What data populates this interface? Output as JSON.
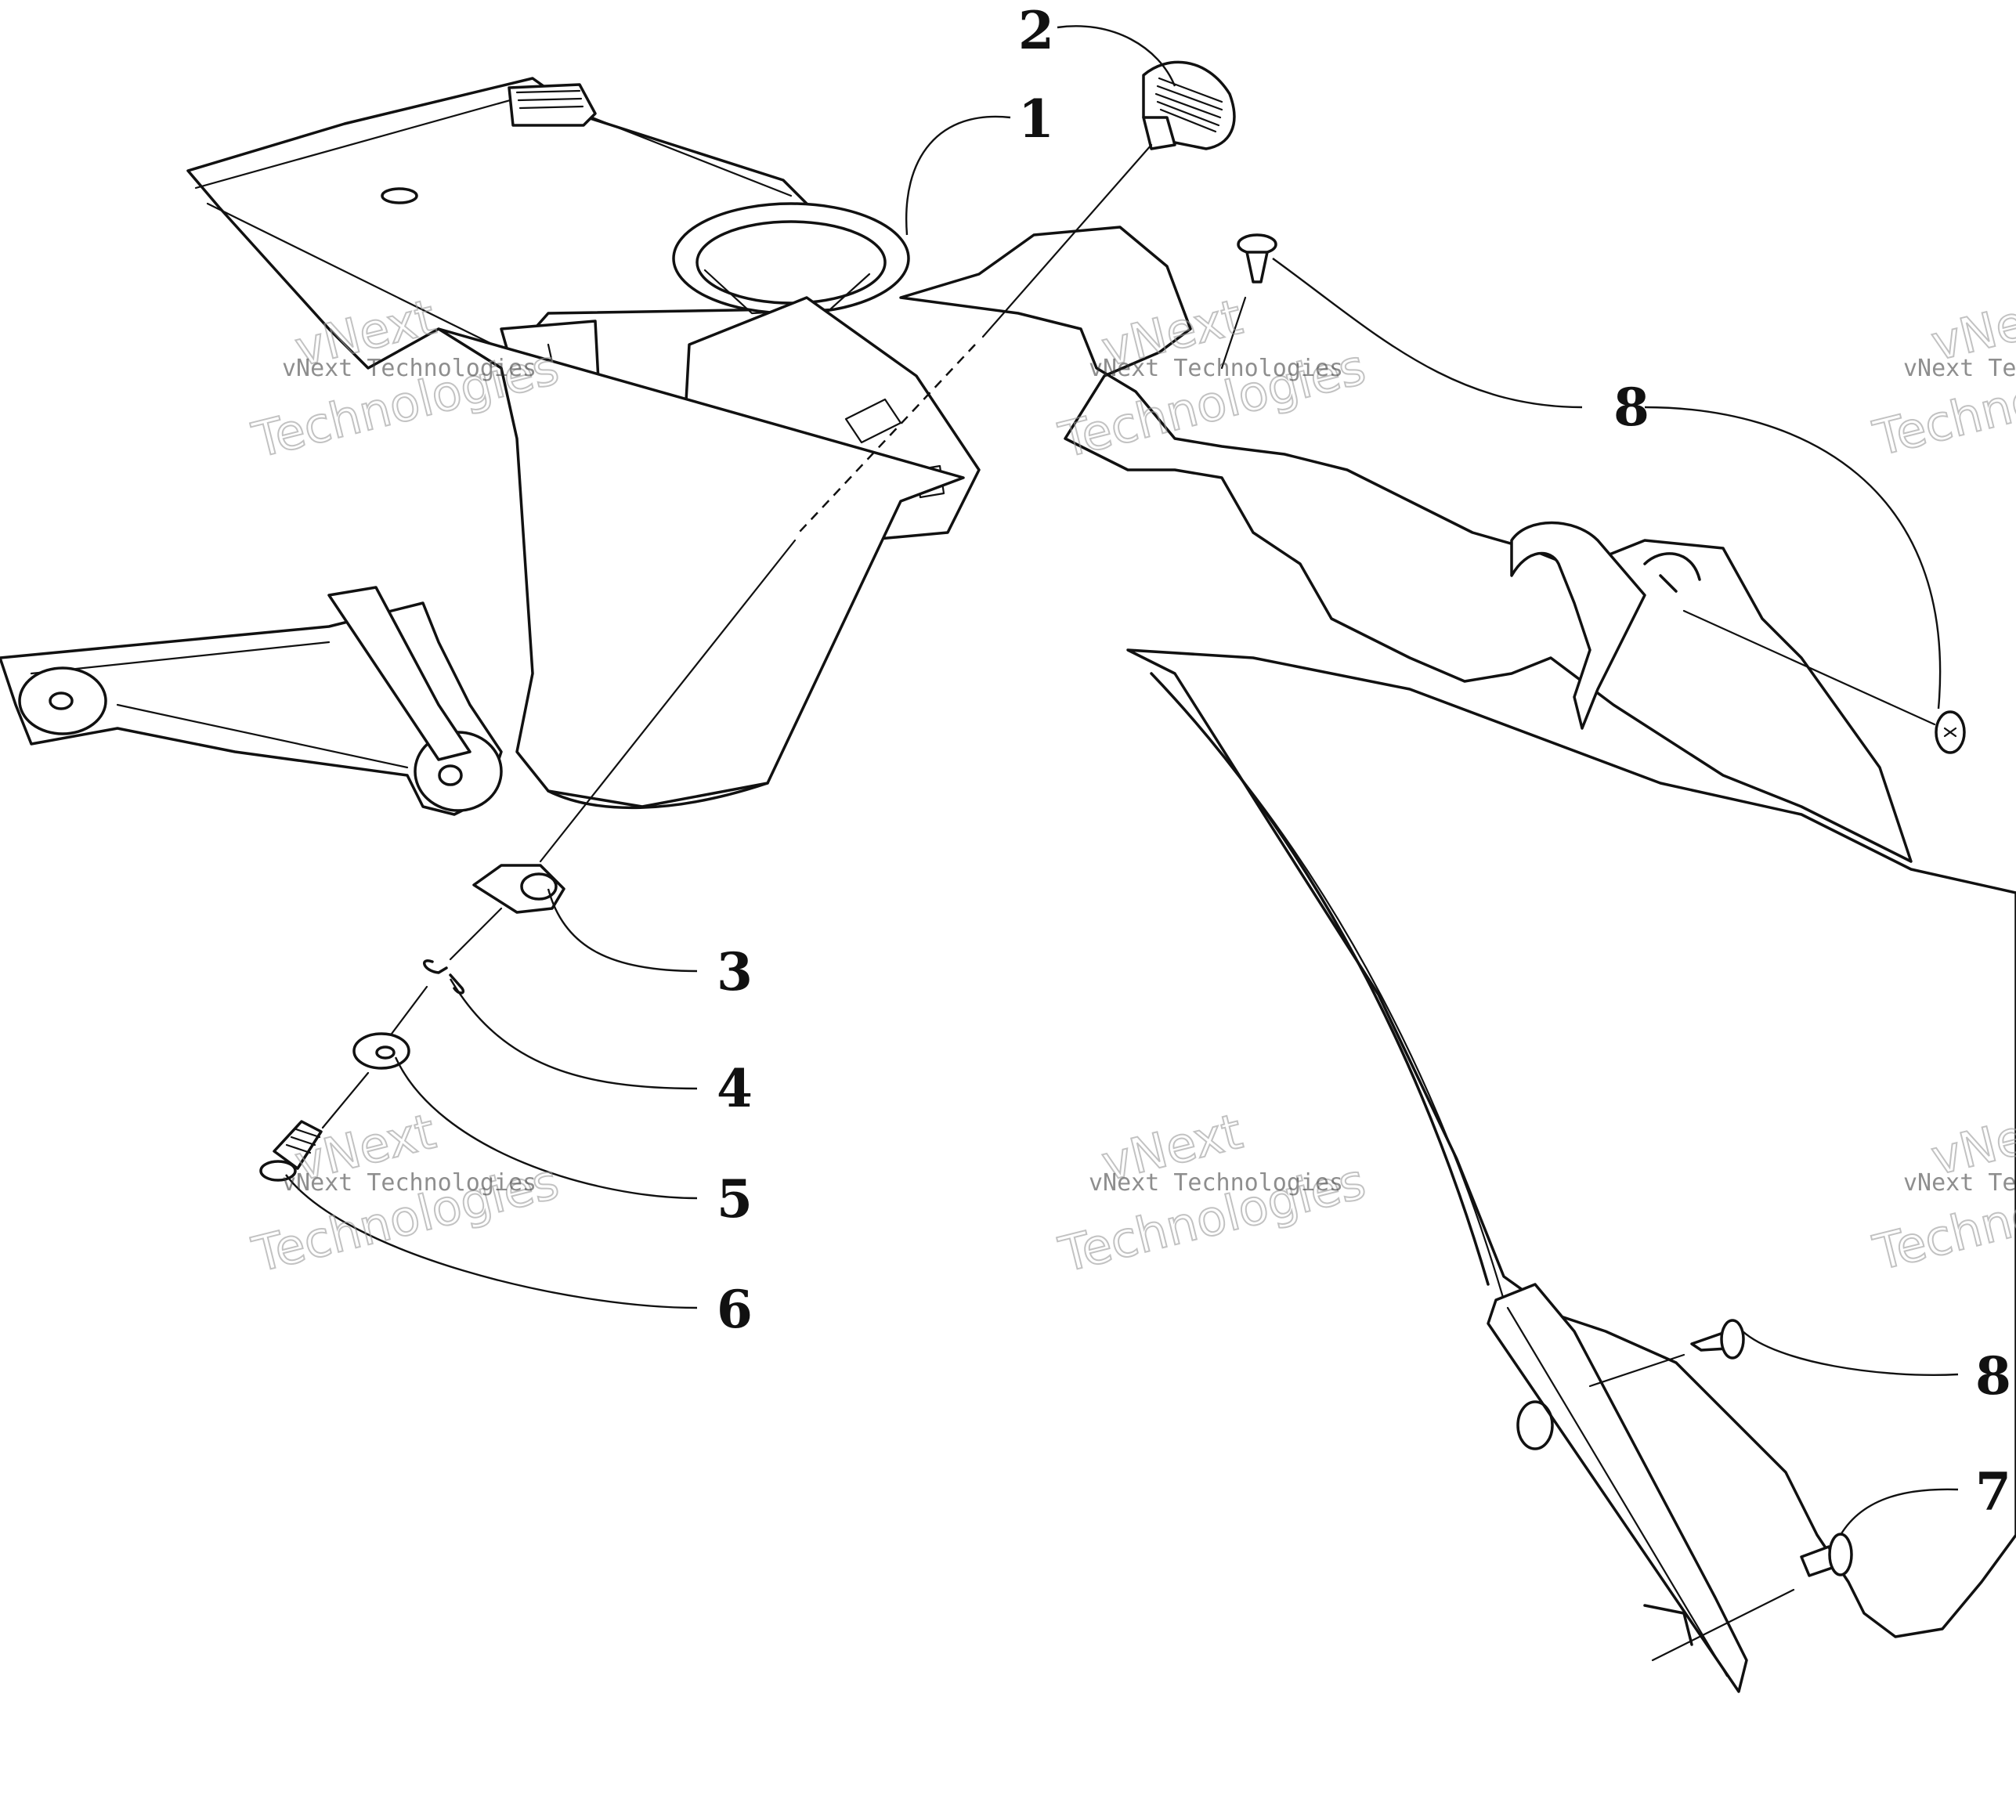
{
  "diagram": {
    "callouts": {
      "c1": "1",
      "c2": "2",
      "c3": "3",
      "c4": "4",
      "c5": "5",
      "c6": "6",
      "c7": "7",
      "c8a": "8",
      "c8b": "8"
    },
    "watermark": {
      "line1": "vNext",
      "line2": "Technologies",
      "caption": "vNext Technologies"
    }
  }
}
